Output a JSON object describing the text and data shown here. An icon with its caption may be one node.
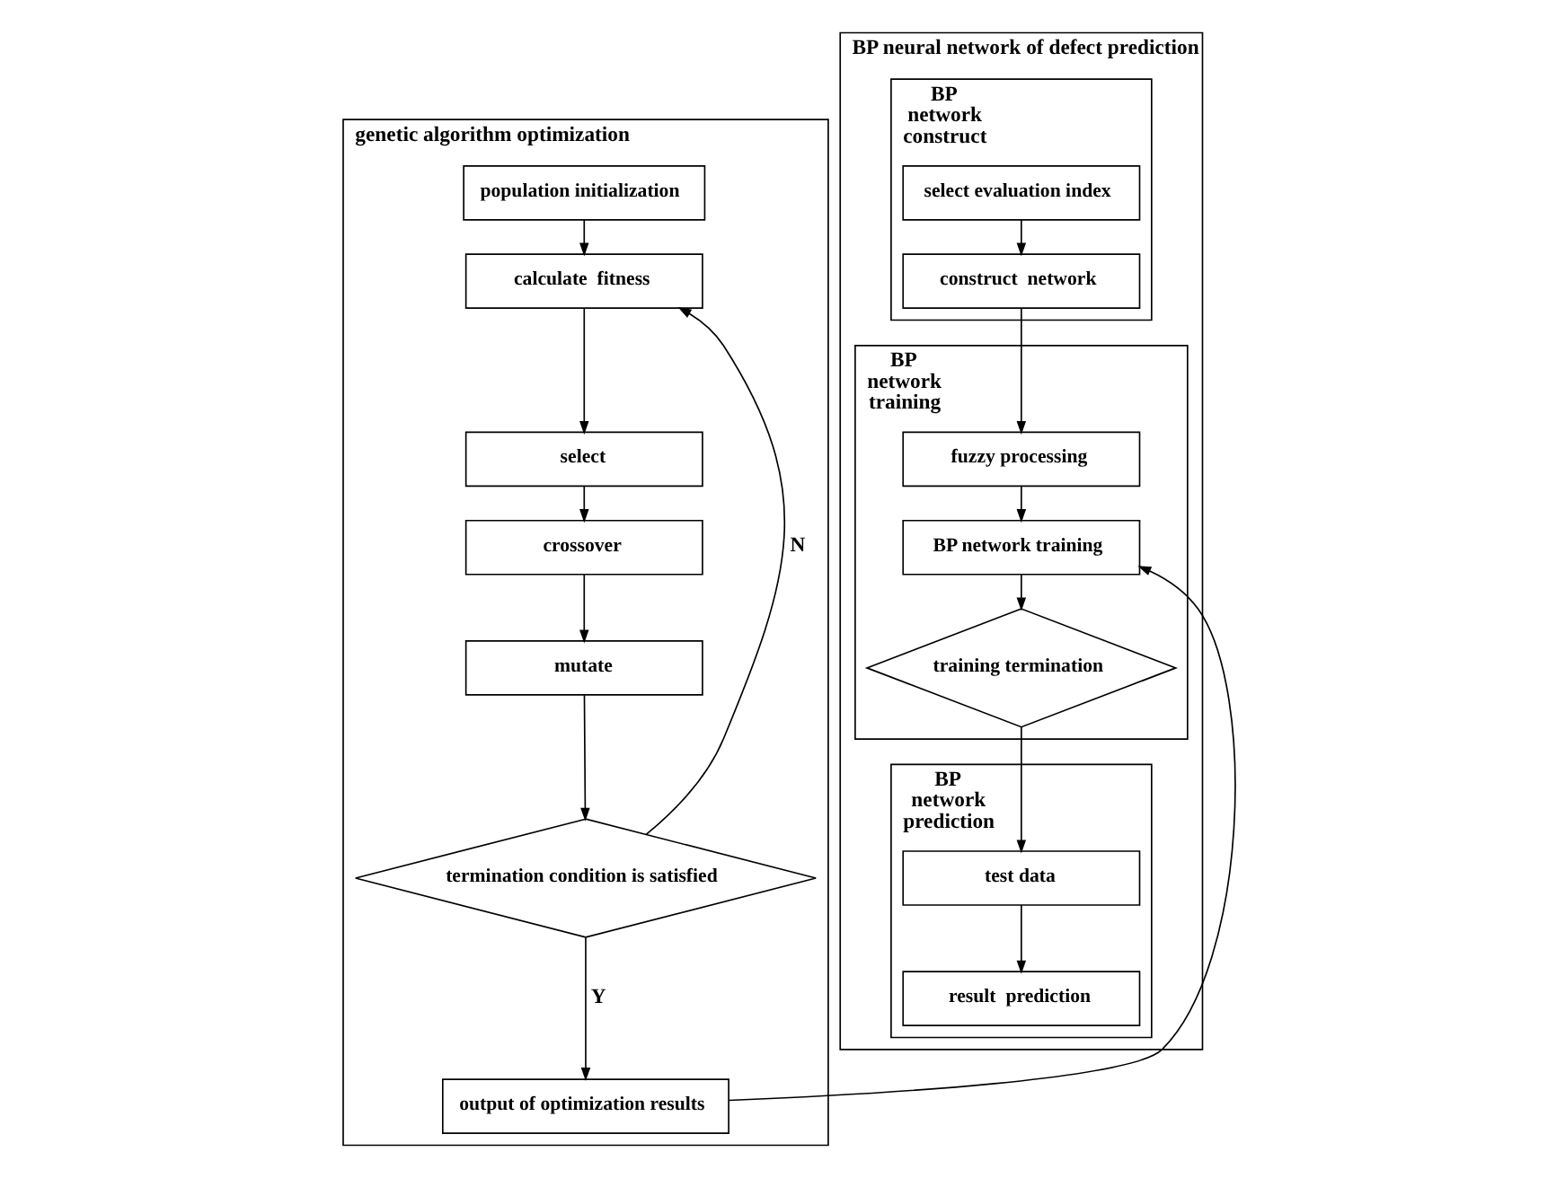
{
  "diagram": {
    "nodes": [
      {
        "text": [
          "genetic algorithm optimization"
        ]
      },
      {
        "text": [
          "population initialization"
        ],
        "in": 0
      },
      {
        "text": [
          "calculate  fitness"
        ],
        "in": 0
      },
      {
        "text": [
          "select"
        ],
        "in": 0
      },
      {
        "text": [
          "crossover"
        ],
        "in": 0
      },
      {
        "text": [
          "mutate"
        ],
        "in": 0
      },
      {
        "text": [
          "termination condition is satisfied"
        ],
        "in": 0
      },
      {
        "text": [
          "output of optimization results"
        ],
        "in": 0
      },
      {
        "text": [
          "BP neural network of defect prediction"
        ]
      },
      {
        "text": [
          "BP network construct"
        ],
        "in": 8
      },
      {
        "text": [
          "select evaluation index"
        ],
        "in": 9
      },
      {
        "text": [
          "construct  network"
        ],
        "in": 9
      },
      {
        "text": [
          "BP network training"
        ],
        "in": 8
      },
      {
        "text": [
          "fuzzy processing"
        ],
        "in": 12
      },
      {
        "text": [
          "BP network training"
        ],
        "in": 12
      },
      {
        "text": [
          "training termination"
        ],
        "in": 12
      },
      {
        "text": [
          "BP network prediction"
        ],
        "in": 8
      },
      {
        "text": [
          "test data"
        ],
        "in": 16
      },
      {
        "text": [
          "result  prediction"
        ],
        "in": 16
      }
    ],
    "edges": [
      {
        "from": 1,
        "to": 2,
        "arrow": "to"
      },
      {
        "from": 2,
        "to": 3,
        "arrow": "to"
      },
      {
        "from": 3,
        "to": 4,
        "arrow": "to"
      },
      {
        "from": 4,
        "to": 5,
        "arrow": "to"
      },
      {
        "from": 5,
        "to": 6,
        "arrow": "to"
      },
      {
        "from": 6,
        "to": 2,
        "arrow": "to",
        "label": "N"
      },
      {
        "from": 6,
        "to": 7,
        "arrow": "to",
        "label": "Y"
      },
      {
        "from": 7,
        "to": 14,
        "arrow": "to"
      },
      {
        "from": 10,
        "to": 11,
        "arrow": "to"
      },
      {
        "from": 11,
        "to": 13,
        "arrow": "to"
      },
      {
        "from": 13,
        "to": 14,
        "arrow": "to"
      },
      {
        "from": 14,
        "to": 15,
        "arrow": "to"
      },
      {
        "from": 15,
        "to": 17,
        "arrow": "to"
      },
      {
        "from": 17,
        "to": 18,
        "arrow": "to"
      }
    ]
  }
}
